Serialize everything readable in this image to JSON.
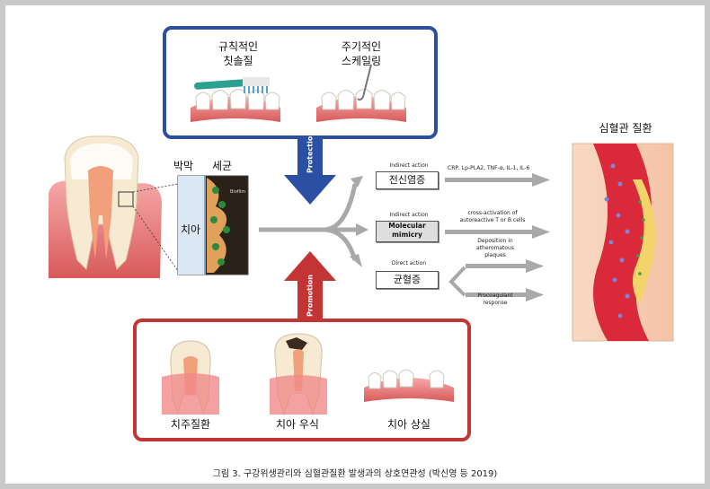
{
  "top_box": {
    "item1_label": "규칙적인\n칫솔질",
    "item2_label": "주기적인\n스케일링",
    "arrow_label": "Protection"
  },
  "bottom_box": {
    "arrow_label": "Promotion",
    "item1_label": "치주질환",
    "item2_label": "치아 우식",
    "item3_label": "치아 상실"
  },
  "inset": {
    "label_film": "박막",
    "label_bacteria": "세균",
    "label_tooth": "치아",
    "label_biofilm": "Biofilm"
  },
  "pathways": [
    {
      "action": "Indirect action",
      "box": "전신염증",
      "effect": "CRP, Lp-PLA2, TNF-α, IL-1, IL-6"
    },
    {
      "action": "Indirect action",
      "box": "Molecular\nmimicry",
      "effect": "cross-activation of\nautoreactive T or B cells"
    },
    {
      "action": "Direct action",
      "box": "균혈증",
      "effect1": "Deposition in\natheromatous\nplaques",
      "effect2": "Procoagulant\nresponse"
    }
  ],
  "vessel_title": "심혈관 질환",
  "caption": "그림 3.  구강위생관리와 심혈관질환 발생과의 상호연관성 (박신영 등 2019)",
  "colors": {
    "blue": "#2b4fa3",
    "red": "#c33434",
    "arrow_gray": "#a9a9a9"
  }
}
